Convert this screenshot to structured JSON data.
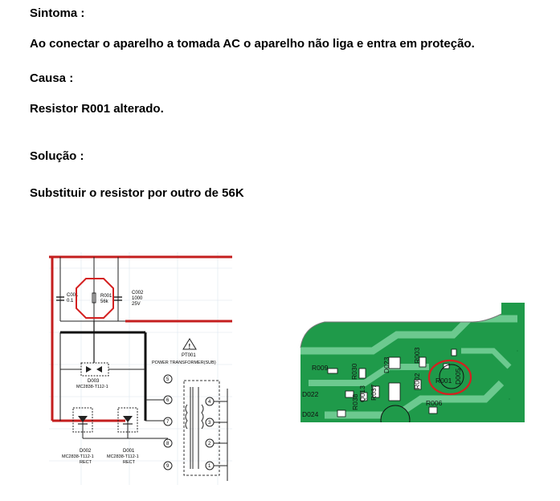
{
  "doc": {
    "sintoma_label": "Sintoma :",
    "sintoma_text": "Ao conectar o aparelho a tomada AC o aparelho não liga e entra em proteção.",
    "causa_label": "Causa :",
    "causa_text": "Resistor R001 alterado.",
    "solucao_label": "Solução :",
    "solucao_text": "Substituir o resistor por outro de 56K"
  },
  "schematic": {
    "c001_name": "C001",
    "c001_value": "0.1",
    "r001_name": "R001",
    "r001_value": "56k",
    "c002_name": "C002",
    "c002_value1": "1000",
    "c002_value2": "25V",
    "pt001_name": "PT001",
    "pt001_desc": "POWER TRANSFORMER(SUB)",
    "d003_name": "D003",
    "d003_part": "MC2838-T112-1",
    "d002_name": "D002",
    "d002_part": "MC2838-T112-1",
    "d002_type": "RECT",
    "d001_name": "D001",
    "d001_part": "MC2838-T112-1",
    "d001_type": "RECT",
    "pins_left": [
      "5",
      "6",
      "7",
      "8",
      "9"
    ],
    "pins_right": [
      "4",
      "3",
      "2",
      "1"
    ]
  },
  "pcb": {
    "labels": {
      "r009": "R009",
      "r030": "R030",
      "d023": "D023",
      "r003": "R003",
      "r002": "R002",
      "r001": "R001",
      "d005": "D005",
      "d022": "D022",
      "r038": "R038",
      "r037": "R037",
      "q013": "Q013",
      "r006": "R006",
      "d024": "D024"
    }
  },
  "colors": {
    "highlight_red": "#d42020",
    "board_green": "#1f9a4a",
    "trace_green": "#6cc98f",
    "schematic_red": "#c41e1e"
  }
}
